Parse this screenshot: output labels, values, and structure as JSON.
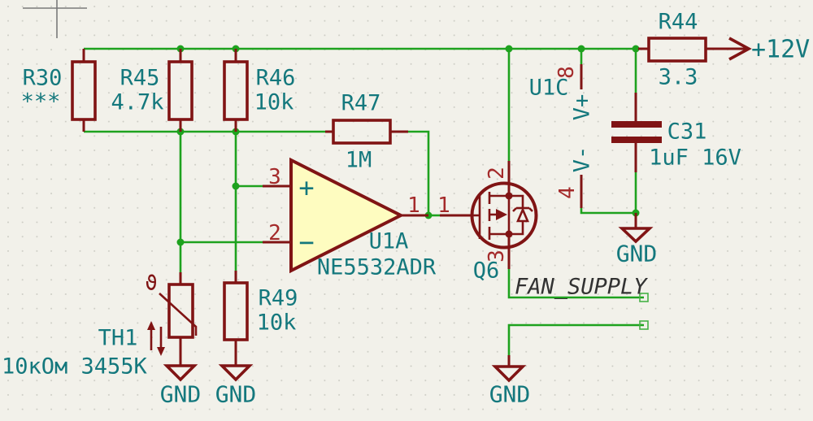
{
  "app": {
    "type": "kicad-schematic-canvas",
    "colors": {
      "background": "#f2f1ea",
      "grid_dot": "#ccccc4",
      "wire_green": "#1ea21e",
      "symbol_maroon": "#801414",
      "pin_number_red": "#a42a2a",
      "annotation_teal": "#14787d",
      "net_label_dark": "#323232",
      "opamp_fill": "#fefcc0"
    }
  },
  "components": {
    "r30": {
      "ref": "R30",
      "value": "***"
    },
    "r45": {
      "ref": "R45",
      "value": "4.7k"
    },
    "r46": {
      "ref": "R46",
      "value": "10k"
    },
    "r47": {
      "ref": "R47",
      "value": "1M"
    },
    "r49": {
      "ref": "R49",
      "value": "10k"
    },
    "r44": {
      "ref": "R44",
      "value": "3.3"
    },
    "c31": {
      "ref": "C31",
      "value": "1uF 16V"
    },
    "th1": {
      "ref": "TH1",
      "value": "10кОм 3455K",
      "theta": "ϑ"
    },
    "u1a": {
      "ref": "U1A",
      "value": "NE5532ADR",
      "pin_plus": "3",
      "pin_minus": "2",
      "pin_out": "1",
      "plus_sign": "+",
      "minus_sign": "−"
    },
    "u1c": {
      "ref": "U1C",
      "pin_vplus": "8",
      "pin_vminus": "4",
      "vplus": "V+",
      "vminus": "V-"
    },
    "q6": {
      "ref": "Q6",
      "pin_gate": "1",
      "pin_drain": "2",
      "pin_source": "3"
    }
  },
  "power": {
    "plus12": "+12V",
    "gnd": "GND"
  },
  "net_labels": {
    "fan_supply": "FAN_SUPPLY"
  }
}
